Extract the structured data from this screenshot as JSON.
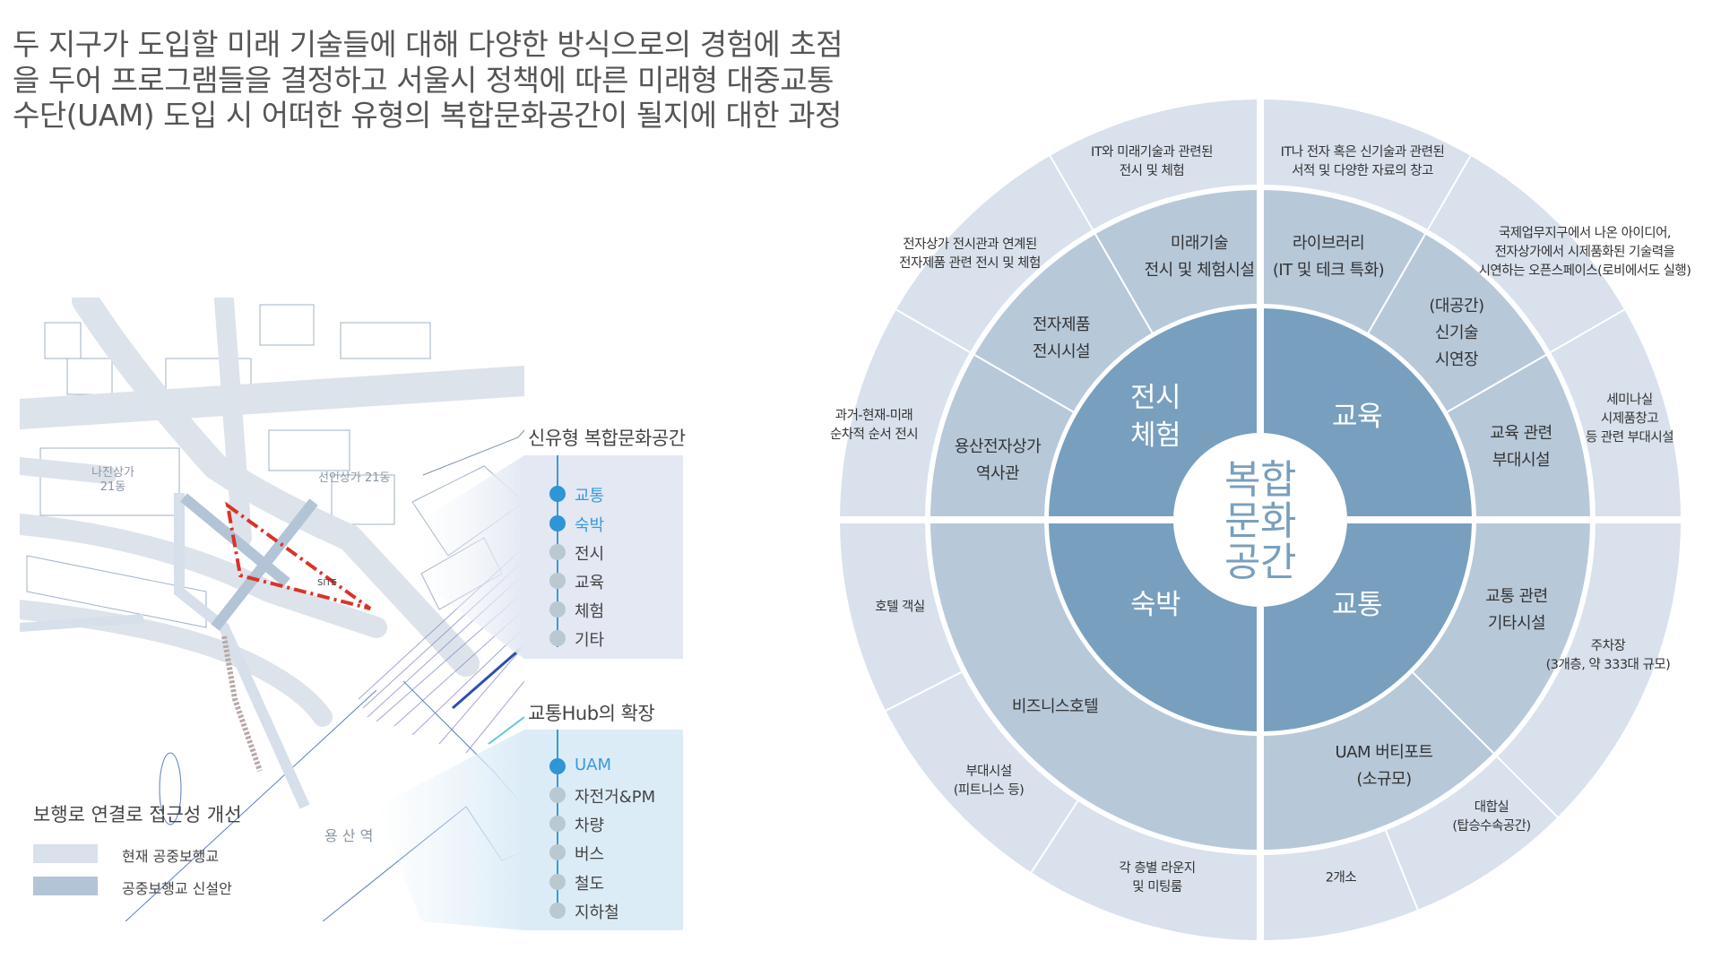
{
  "title": "두 지구가 도입할 미래 기술들에 대해 다양한 방식으로의 경험에 초점을 두어 프로그램들을 결정하고 서울시 정책에 따른 미래형 대중교통수단(UAM) 도입 시 어떠한 유형의 복합문화공간이 될지에 대한 과정",
  "map": {
    "labels": {
      "najin": "나진상가\n21동",
      "seonin": "선인상가 21동",
      "site": "SITE",
      "station": "용 산 역"
    },
    "colors": {
      "site_boundary": "#d9332a",
      "road": "#dde3ea",
      "bridge_existing": "#d6dfea",
      "bridge_new": "#b2c4d6"
    }
  },
  "panel_culture": {
    "title": "신유형 복합문화공간",
    "items": [
      {
        "label": "교통",
        "active": true
      },
      {
        "label": "숙박",
        "active": true
      },
      {
        "label": "전시",
        "active": false
      },
      {
        "label": "교육",
        "active": false
      },
      {
        "label": "체험",
        "active": false
      },
      {
        "label": "기타",
        "active": false
      }
    ]
  },
  "panel_hub": {
    "title": "교통Hub의 확장",
    "items": [
      {
        "label": "UAM",
        "active": true
      },
      {
        "label": "자전거&PM",
        "active": false
      },
      {
        "label": "차량",
        "active": false
      },
      {
        "label": "버스",
        "active": false
      },
      {
        "label": "철도",
        "active": false
      },
      {
        "label": "지하철",
        "active": false
      }
    ]
  },
  "legend": {
    "title": "보행로 연결로 접근성 개선",
    "items": [
      {
        "label": "현재 공중보행교",
        "color": "#d8e1ec"
      },
      {
        "label": "공중보행교 신설안",
        "color": "#b2c4d6"
      }
    ]
  },
  "wheel": {
    "colors": {
      "inner": "#789fbe",
      "middle": "#b7c8d9",
      "outer": "#d8e1ec",
      "center_text": "#7a9fbd"
    },
    "center": "복합\n문화\n공간",
    "inner": [
      "전시\n체험",
      "교육",
      "숙박",
      "교통"
    ],
    "middle": [
      "미래기술\n전시 및 체험시설",
      "라이브러리\n(IT 및 테크 특화)",
      "전자제품\n전시시설",
      "(대공간)\n신기술\n시연장",
      "용산전자상가\n역사관",
      "교육 관련\n부대시설",
      "교통 관련\n기타시설",
      "비즈니스호텔",
      "UAM 버티포트\n(소규모)"
    ],
    "outer": [
      "IT와 미래기술과 관련된\n전시 및 체험",
      "IT나 전자 혹은 신기술과 관련된\n서적 및 다양한 자료의 창고",
      "전자상가 전시관과 연계된\n전자제품 관련 전시 및 체험",
      "국제업무지구에서 나온 아이디어,\n전자상가에서 시제품화된 기술력을\n시연하는 오픈스페이스(로비에서도 실행)",
      "과거-현재-미래\n순차적 순서 전시",
      "세미나실\n시제품창고\n등 관련 부대시설",
      "호텔 객실",
      "주차장\n(3개층, 약 333대 규모)",
      "부대시설\n(피트니스 등)",
      "대합실\n(탑승수속공간)",
      "각 층별 라운지\n및 미팅룸",
      "2개소"
    ]
  }
}
